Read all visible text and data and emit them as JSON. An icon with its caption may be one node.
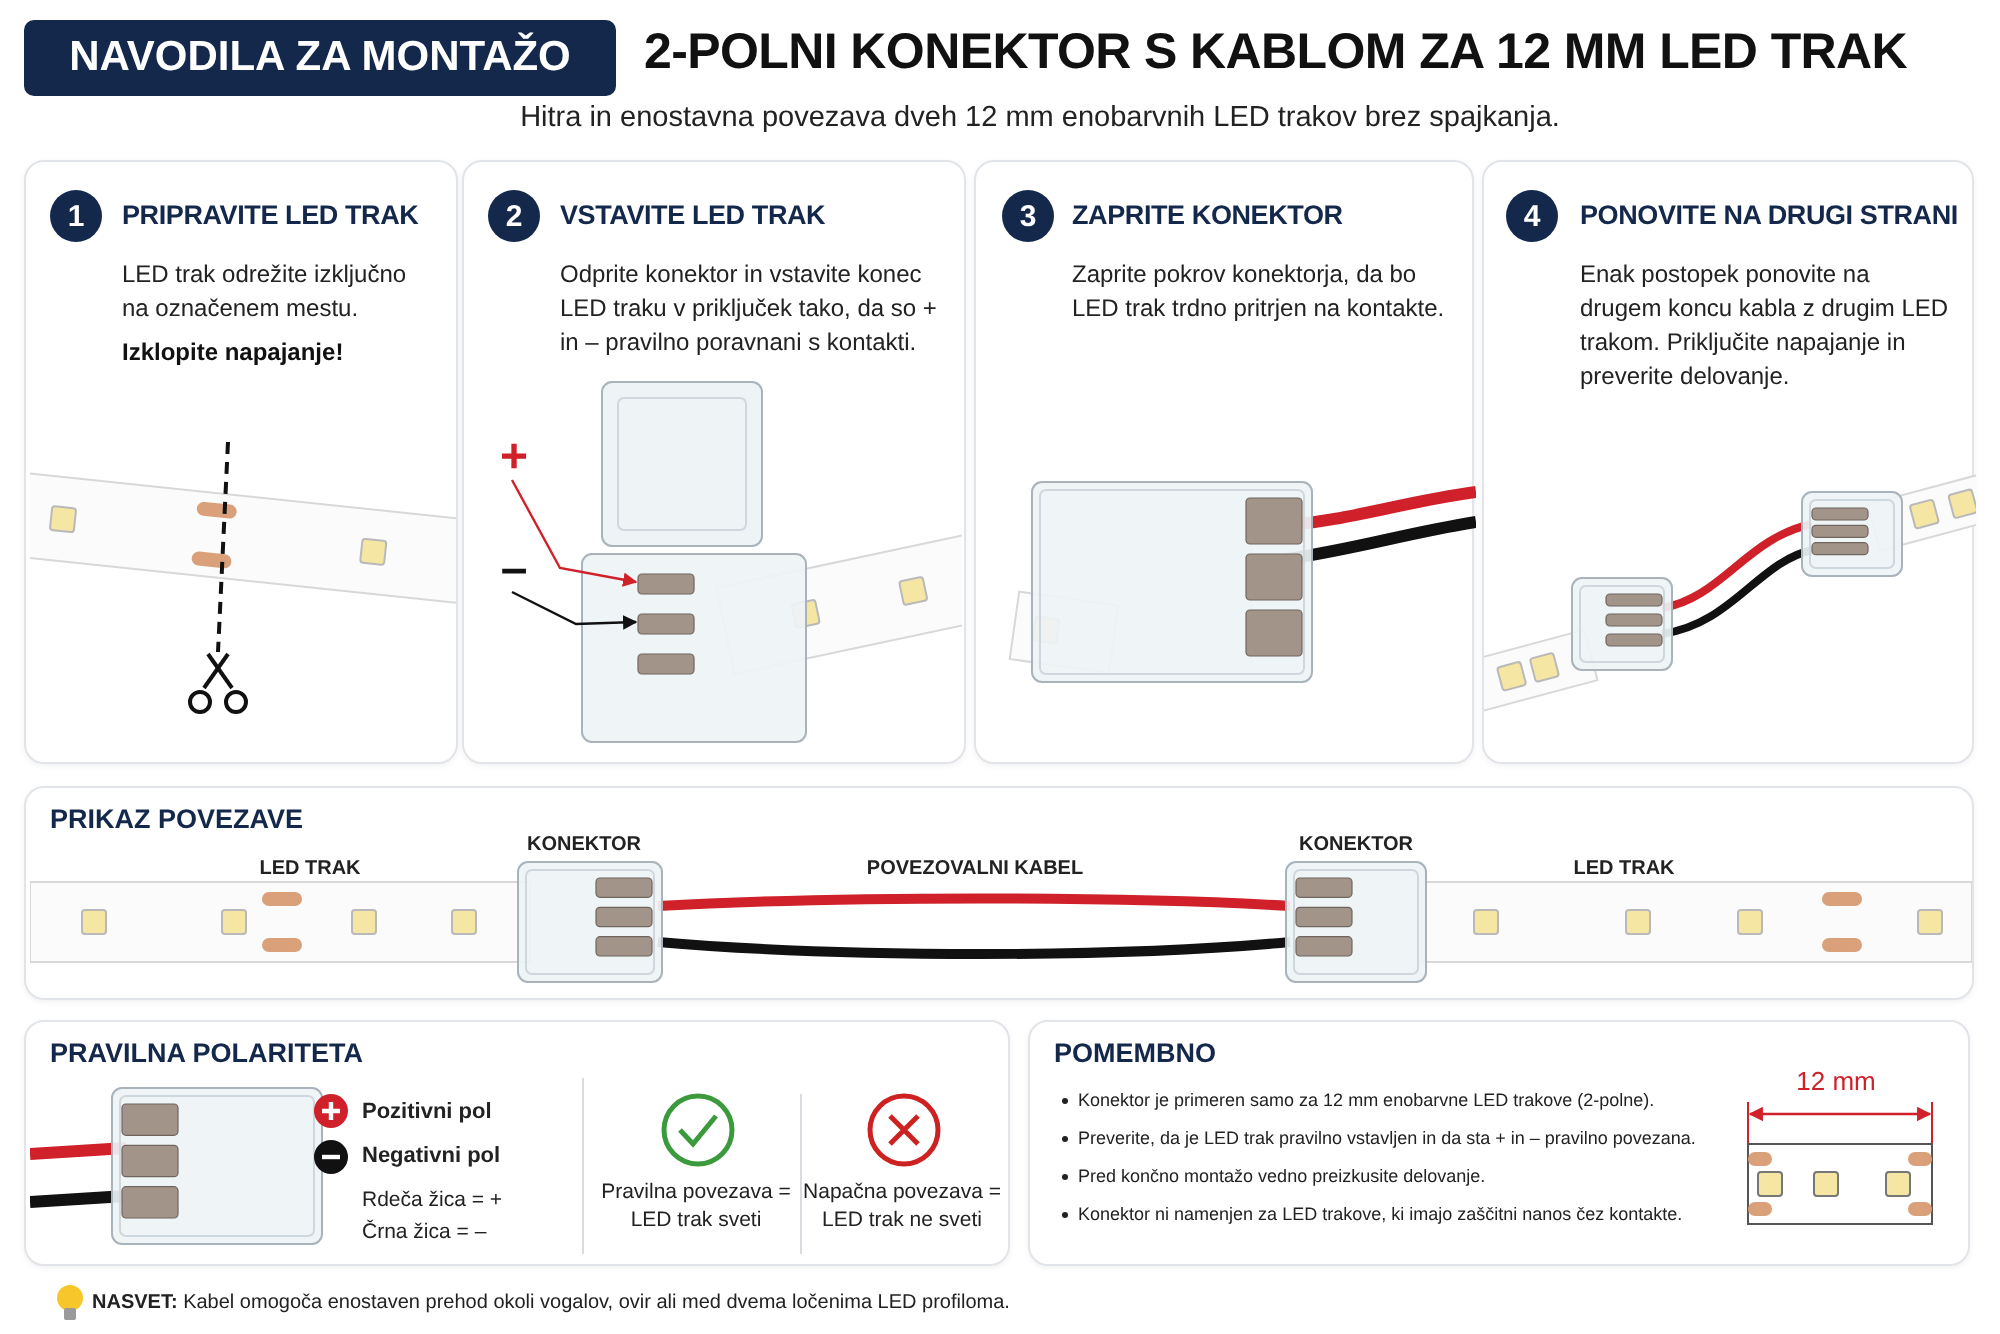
{
  "diagram": {
    "title": "2-POLNI KONEKTOR S KABLOM ZA 12 MM LED TRAK",
    "nodes": [
      {
        "text": [
          "NAVODILA ZA MONTAŽO"
        ]
      },
      {
        "text": [
          "PRIPRAVITE LED TRAK",
          "LED trak odrežite izključno na označenem mestu.",
          "Izklopite napajanje!"
        ]
      },
      {
        "text": [
          "1"
        ],
        "in": 1
      },
      {
        "text": [
          "VSTAVITE LED TRAK",
          "Odprite konektor in vstavite konec LED traku v priključek tako, da so + in – pravilno poravnani s kontakti."
        ]
      },
      {
        "text": [
          "2"
        ],
        "in": 3
      },
      {
        "text": [
          "+"
        ],
        "in": 3
      },
      {
        "text": [
          "–"
        ],
        "in": 3
      },
      {
        "text": [
          "ZAPRITE KONEKTOR",
          "Zaprite pokrov konektorja, da bo LED trak trdno pritrjen na kontakte."
        ]
      },
      {
        "text": [
          "3"
        ],
        "in": 7
      },
      {
        "text": [
          "PONOVITE NA DRUGI STRANI",
          "Enak postopek ponovite na drugem koncu kabla z drugim LED trakom. Priključite napajanje in preverite delovanje."
        ]
      },
      {
        "text": [
          "4"
        ],
        "in": 9
      },
      {
        "text": [
          "PRIKAZ POVEZAVE"
        ]
      },
      {
        "text": [
          "PRAVILNA POLARITETA"
        ]
      },
      {
        "text": [
          "POMEMBNO",
          "Konektor je primeren samo za 12 mm enobarvne LED trakove (2-polne).",
          "Preverite, da je LED trak pravilno vstavljen in da sta + in – pravilno povezana.",
          "Pred končno montažo vedno preizkusite delovanje.",
          "Konektor ni namenjen za LED trakove, ki imajo zaščitni nanos čez kontakte."
        ]
      }
    ],
    "edges": [
      {
        "from": 5,
        "to": null,
        "arrow": "to",
        "color": "#d0202a"
      },
      {
        "from": 6,
        "to": null,
        "arrow": "to",
        "color": "#111111"
      }
    ],
    "labels": [
      "Hitra in enostavna povezava dveh 12 mm enobarvnih LED trakov brez spajkanja.",
      "LED TRAK",
      "KONEKTOR",
      "POVEZOVALNI KABEL",
      "KONEKTOR",
      "LED TRAK",
      "Pozitivni pol",
      "Negativni pol",
      "Rdeča žica = +",
      "Črna žica = –",
      "Pravilna povezava = LED trak sveti",
      "Napačna povezava = LED trak ne sveti",
      "12 mm",
      "**NASVET:** Kabel omogoča enostaven prehod okoli vogalov, ovir ali med dvema ločenima LED profiloma."
    ]
  }
}
